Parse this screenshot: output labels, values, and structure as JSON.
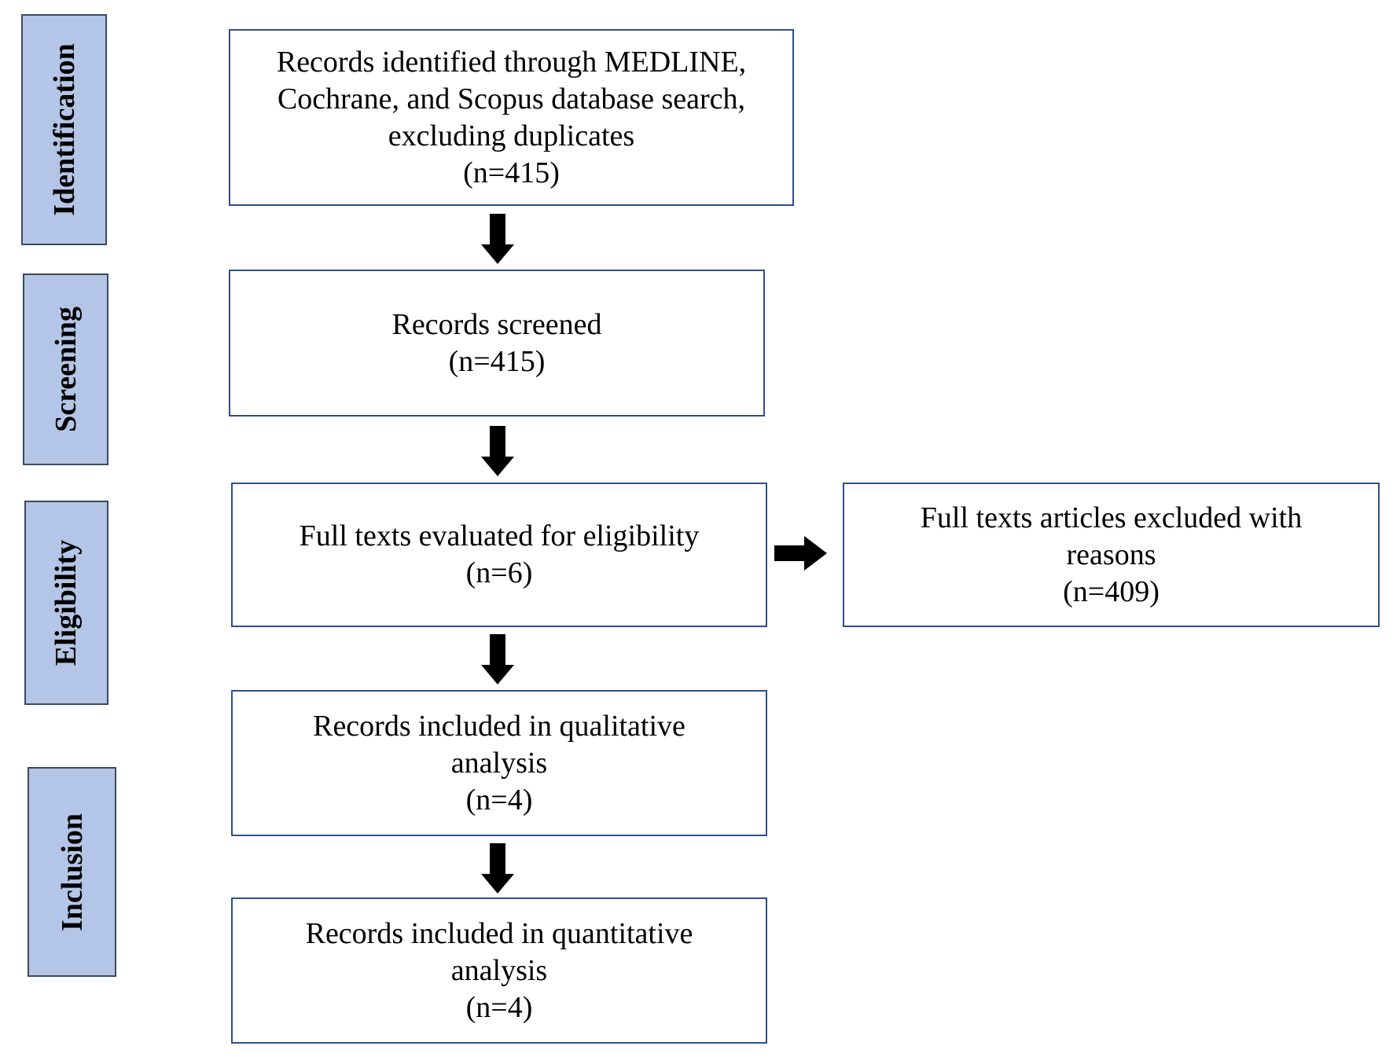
{
  "phases": {
    "identification": "Identification",
    "screening": "Screening",
    "eligibility": "Eligibility",
    "inclusion": "Inclusion"
  },
  "boxes": {
    "identified": {
      "lines": [
        "Records identified through MEDLINE,",
        "Cochrane, and Scopus database search,",
        "excluding duplicates"
      ],
      "count": "(n=415)"
    },
    "screened": {
      "lines": [
        "Records screened"
      ],
      "count": "(n=415)"
    },
    "eligibility": {
      "lines": [
        "Full texts evaluated for eligibility"
      ],
      "count": "(n=6)"
    },
    "excluded": {
      "lines": [
        "Full texts articles excluded with",
        "reasons"
      ],
      "count": "(n=409)"
    },
    "qualitative": {
      "lines": [
        "Records included in qualitative",
        "analysis"
      ],
      "count": "(n=4)"
    },
    "quantitative": {
      "lines": [
        "Records included in quantitative",
        "analysis"
      ],
      "count": "(n=4)"
    }
  },
  "colors": {
    "phase_fill": "#b4c6e7",
    "box_border": "#2f4e8f",
    "arrow": "#000000"
  }
}
